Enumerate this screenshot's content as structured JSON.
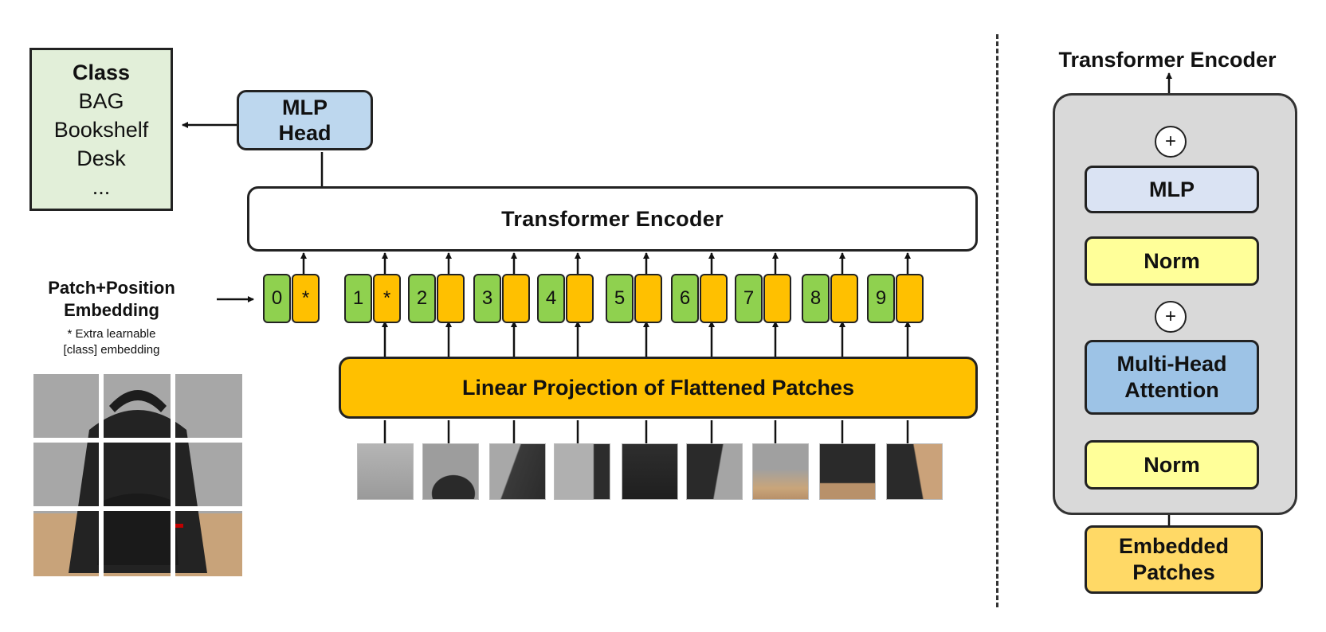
{
  "vit": {
    "class_box": {
      "title": "Class",
      "items": [
        "BAG",
        "Bookshelf",
        "Desk",
        "..."
      ]
    },
    "mlp_head": "MLP\nHead",
    "encoder": "Transformer Encoder",
    "embedding_label": "Patch+Position Embedding",
    "embedding_note": "* Extra learnable\n[class] embedding",
    "tokens": [
      {
        "position": "0",
        "marker": "*"
      },
      {
        "position": "1",
        "marker": "*"
      },
      {
        "position": "2",
        "marker": ""
      },
      {
        "position": "3",
        "marker": ""
      },
      {
        "position": "4",
        "marker": ""
      },
      {
        "position": "5",
        "marker": ""
      },
      {
        "position": "6",
        "marker": ""
      },
      {
        "position": "7",
        "marker": ""
      },
      {
        "position": "8",
        "marker": ""
      },
      {
        "position": "9",
        "marker": ""
      }
    ],
    "linear_projection": "Linear Projection of Flattened Patches",
    "input_patch_count": 9
  },
  "encoder_detail": {
    "title": "Transformer Encoder",
    "mlp": "MLP",
    "norm_top": "Norm",
    "attention": "Multi-Head\nAttention",
    "norm_bottom": "Norm",
    "embedded_patches": "Embedded\nPatches",
    "add_symbol": "+"
  },
  "colors": {
    "class_box": "#e2efd9",
    "mlp_head": "#bdd7ee",
    "position_token": "#8fd14f",
    "embedding_token": "#ffc000",
    "linear_projection": "#ffc000",
    "encoder_panel": "#d9d9d9",
    "mlp_block": "#dae3f3",
    "norm_block": "#ffff99",
    "attention_block": "#9dc3e6",
    "embedded_patches": "#ffd966"
  }
}
